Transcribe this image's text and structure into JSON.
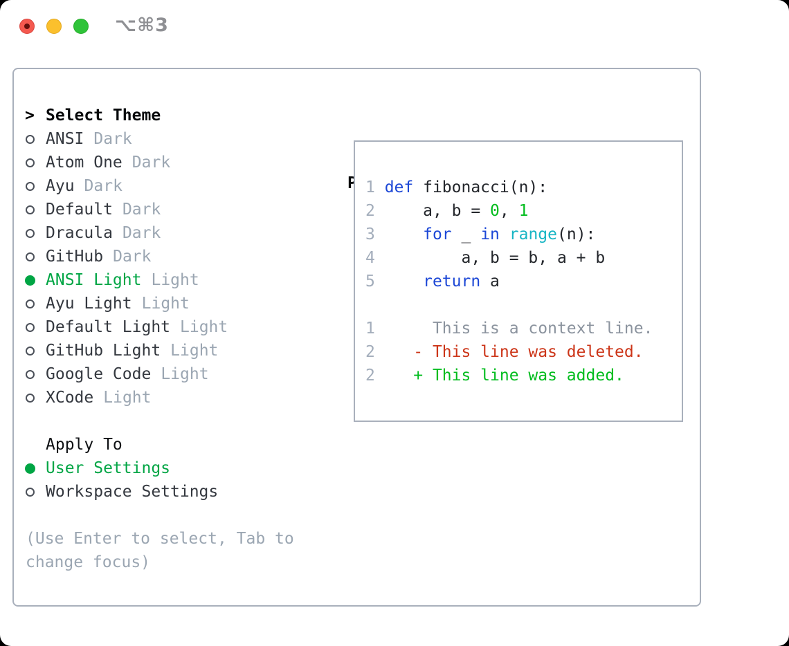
{
  "window": {
    "titlebar": {
      "title": "⌥⌘3",
      "traffic_lights": [
        {
          "name": "close",
          "color": "#f4594f"
        },
        {
          "name": "minimize",
          "color": "#fbc02d"
        },
        {
          "name": "zoom",
          "color": "#2fc339"
        }
      ]
    }
  },
  "colors": {
    "accent-green": "#00a544",
    "bright-green": "#00bc1d",
    "keyword-blue": "#1c47d6",
    "function-cyan": "#17b5c4",
    "deleted-red": "#cc3518",
    "muted-gray": "#9ba6b2",
    "line-number-gray": "#a3adbb",
    "context-gray": "#8b939e",
    "text-dark": "#34383f",
    "code-dark": "#23262b",
    "border-gray": "#a9b0bc",
    "traffic-red": "#f4594f",
    "traffic-yellow": "#fbc02d",
    "traffic-green": "#2fc339"
  },
  "theme_selector": {
    "focus_indicator": ">",
    "header": "Select Theme",
    "items": [
      {
        "name": "ANSI",
        "badge": "Dark",
        "selected": false
      },
      {
        "name": "Atom One",
        "badge": "Dark",
        "selected": false
      },
      {
        "name": "Ayu",
        "badge": "Dark",
        "selected": false
      },
      {
        "name": "Default",
        "badge": "Dark",
        "selected": false
      },
      {
        "name": "Dracula",
        "badge": "Dark",
        "selected": false
      },
      {
        "name": "GitHub",
        "badge": "Dark",
        "selected": false
      },
      {
        "name": "ANSI Light",
        "badge": "Light",
        "selected": true
      },
      {
        "name": "Ayu Light",
        "badge": "Light",
        "selected": false
      },
      {
        "name": "Default Light",
        "badge": "Light",
        "selected": false
      },
      {
        "name": "GitHub Light",
        "badge": "Light",
        "selected": false
      },
      {
        "name": "Google Code",
        "badge": "Light",
        "selected": false
      },
      {
        "name": "XCode",
        "badge": "Light",
        "selected": false
      }
    ]
  },
  "apply_to": {
    "header": "Apply To",
    "options": [
      {
        "name": "User Settings",
        "selected": true
      },
      {
        "name": "Workspace Settings",
        "selected": false
      }
    ]
  },
  "help": {
    "lines": [
      "(Use Enter to select, Tab to",
      "change focus)"
    ]
  },
  "preview": {
    "header": "Preview",
    "lines": [
      {
        "num": "1",
        "kind": "code",
        "segments": [
          {
            "text": "def",
            "type": "kw"
          },
          {
            "text": " fibonacci(n):",
            "type": "fg"
          }
        ]
      },
      {
        "num": "2",
        "kind": "code",
        "segments": [
          {
            "text": "    a, b = ",
            "type": "fg"
          },
          {
            "text": "0",
            "type": "num"
          },
          {
            "text": ", ",
            "type": "fg"
          },
          {
            "text": "1",
            "type": "num"
          }
        ]
      },
      {
        "num": "3",
        "kind": "code",
        "segments": [
          {
            "text": "    ",
            "type": "fg"
          },
          {
            "text": "for",
            "type": "kw"
          },
          {
            "text": " _ ",
            "type": "fg"
          },
          {
            "text": "in",
            "type": "kw"
          },
          {
            "text": " ",
            "type": "fg"
          },
          {
            "text": "range",
            "type": "fn"
          },
          {
            "text": "(n):",
            "type": "fg"
          }
        ]
      },
      {
        "num": "4",
        "kind": "code",
        "segments": [
          {
            "text": "        a, b = b, a + b",
            "type": "fg"
          }
        ]
      },
      {
        "num": "5",
        "kind": "code",
        "segments": [
          {
            "text": "    ",
            "type": "fg"
          },
          {
            "text": "return",
            "type": "kw"
          },
          {
            "text": " a",
            "type": "fg"
          }
        ]
      },
      {
        "num": "",
        "kind": "blank",
        "segments": []
      },
      {
        "num": "1",
        "kind": "diff-context",
        "segments": [
          {
            "text": "     This is a context line.",
            "type": "ctx"
          }
        ]
      },
      {
        "num": "2",
        "kind": "diff-deleted",
        "segments": [
          {
            "text": "   - This line was deleted.",
            "type": "del"
          }
        ]
      },
      {
        "num": "2",
        "kind": "diff-added",
        "segments": [
          {
            "text": "   + This line was added.",
            "type": "add"
          }
        ]
      }
    ]
  }
}
